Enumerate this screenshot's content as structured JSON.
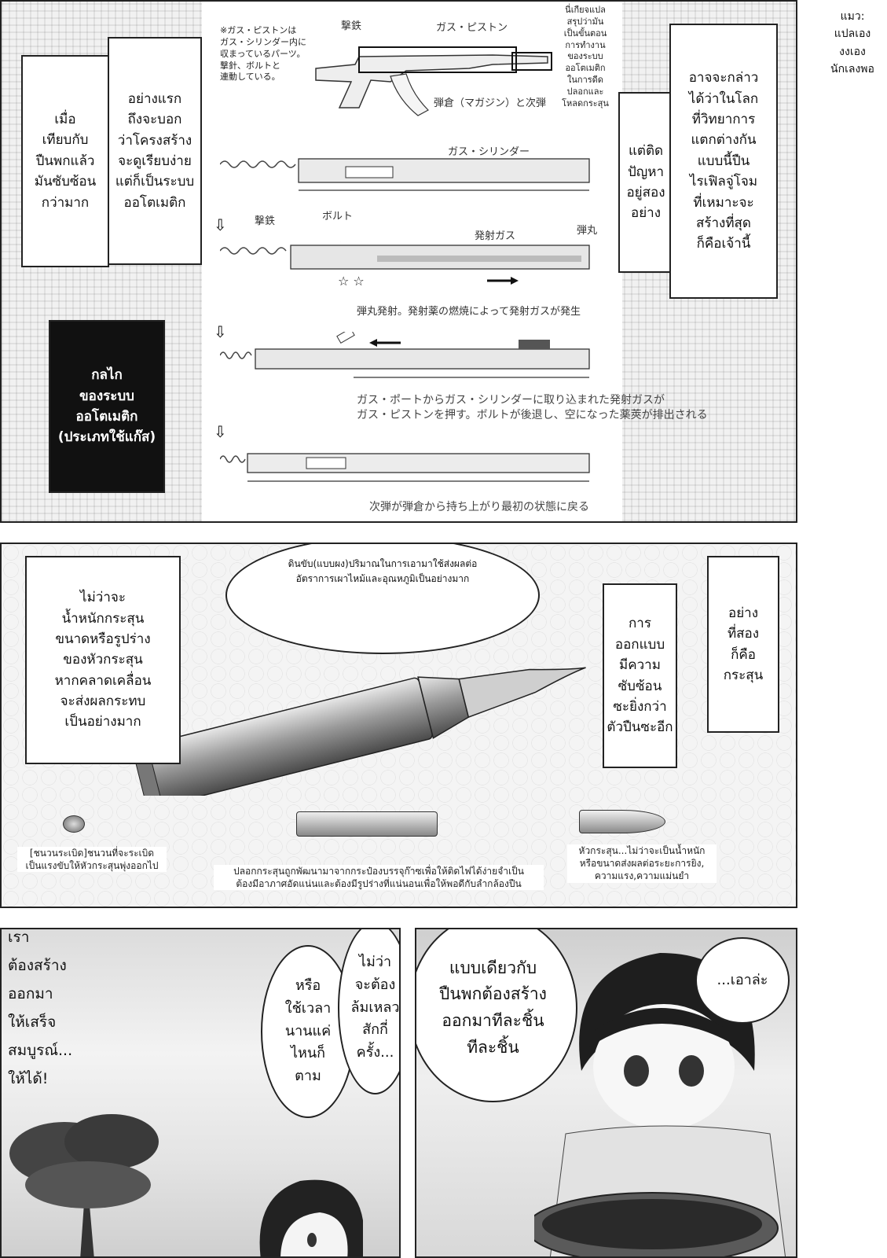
{
  "side_note": "แมว:\nแปลเอง\nงงเอง\nนักเลงพอ",
  "panel1": {
    "box_left": "เมื่อ\nเทียบกับ\nปืนพกแล้ว\nมันซับซ้อน\nกว่ามาก",
    "box_left2": "อย่างแรก\nถึงจะบอก\nว่าโครงสร้าง\nจะดูเรียบง่าย\nแต่ก็เป็นระบบ\nออโตเมติก",
    "dark_box": "กลไก\nของระบบ\nออโตเมติก\n(ประเภทใช้แก๊ส)",
    "small_note": "นี่เกียจแปล\nสรุปว่ามัน\nเป็นขั้นตอน\nการทำงาน\nของระบบ\nออโตเมติก\nในการดีด\nปลอกและ\nโหลดกระสุน",
    "right_box_a": "แต่ติด\nปัญหา\nอยู่สอง\nอย่าง",
    "right_box_b": "อาจจะกล่าว\nได้ว่าในโลก\nที่วิทยาการ\nแตกต่างกัน\nแบบนี้ปืน\nไรเฟิลจู่โจม\nที่เหมาะจะ\nสร้างที่สุด\nก็คือเจ้านี้",
    "jp_note": "※ガス・ピストンは\nガス・シリンダー内に\n収まっているパーツ。\n撃針、ボルトと\n連動している。",
    "labels": {
      "hammer": "撃鉄",
      "piston": "ガス・ピストン",
      "magazine": "弾倉（マガジン）と次弾",
      "cylinder": "ガス・シリンダー",
      "hammer2": "撃鉄",
      "bolt": "ボルト",
      "gas": "発射ガス",
      "bullet": "弾丸",
      "step1": "弾丸発射。発射薬の燃焼によって発射ガスが発生",
      "step2": "ガス・ポートからガス・シリンダーに取り込まれた発射ガスが\nガス・ピストンを押す。ボルトが後退し、空になった薬莢が排出される",
      "step3": "次弾が弾倉から持ち上がり最初の状態に戻る"
    }
  },
  "panel2": {
    "left_box": "ไม่ว่าจะ\nน้ำหนักกระสุน\nขนาดหรือรูปร่าง\nของหัวกระสุน\nหากคลาดเคลื่อน\nจะส่งผลกระทบ\nเป็นอย่างมาก",
    "powder_caption": "ดินขับ(แบบผง)ปริมาณในการเอามาใช้ส่งผลต่อ\nอัตราการเผาไหม้และอุณหภูมิเป็นอย่างมาก",
    "mid_box": "การ\nออกแบบ\nมีความ\nซับซ้อน\nซะยิ่งกว่า\nตัวปืนซะอีก",
    "right_box": "อย่าง\nที่สอง\nก็คือ\nกระสุน",
    "primer_caption": "[ชนวนระเบิด]ชนวนที่จะระเบิด\nเป็นแรงขับให้หัวกระสุนพุ่งออกไป",
    "case_caption": "ปลอกกระสุนถูกพัฒนามาจากกระป๋องบรรจุก๊าซเพื่อให้ติดไฟได้ง่ายจำเป็น\nต้องมีอาภาศอัดแน่นและต้องมีรูปร่างที่แน่นอนเพื่อให้พอดีกับลำกล้องปืน",
    "head_caption": "หัวกระสุน...ไม่ว่าจะเป็นน้ำหนัก\nหรือขนาดส่งผลต่อระยะการยิง,\nความแรง,ความแม่นยำ"
  },
  "panel3": {
    "left_text": "เรา\nต้องสร้าง\nออกมา\nให้เสร็จ\nสมบูรณ์...\nให้ได้!",
    "bubble_a": "หรือ\nใช้เวลา\nนานแค่\nไหนก็\nตาม",
    "bubble_b": "ไม่ว่า\nจะต้อง\nล้มเหลว\nสักกี่\nครั้ง..."
  },
  "panel4": {
    "bubble_main": "แบบเดียวกับ\nปืนพกต้องสร้าง\nออกมาทีละชิ้น\nทีละชิ้น",
    "bubble_small": "...เอาล่ะ"
  }
}
